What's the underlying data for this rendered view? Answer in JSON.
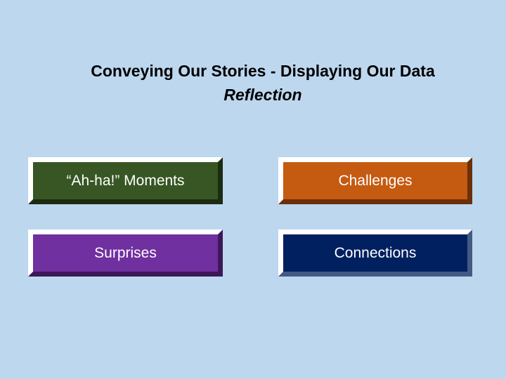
{
  "slide": {
    "title_line1": "Conveying Our Stories - Displaying Our Data",
    "title_line2": "Reflection"
  },
  "boxes": [
    {
      "label": "“Ah-ha!” Moments",
      "color": "#375623"
    },
    {
      "label": "Challenges",
      "color": "#c55a11"
    },
    {
      "label": "Surprises",
      "color": "#7030a0"
    },
    {
      "label": "Connections",
      "color": "#002060"
    }
  ],
  "colors": {
    "background": "#bdd7ee"
  }
}
